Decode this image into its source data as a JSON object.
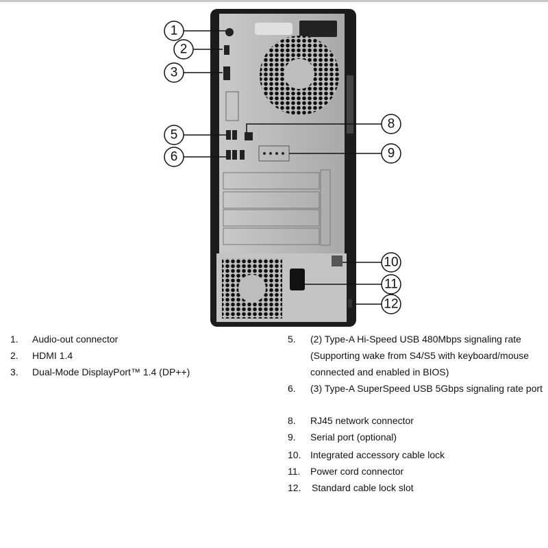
{
  "callouts": [
    "1",
    "2",
    "3",
    "5",
    "6",
    "8",
    "9",
    "10",
    "11",
    "12"
  ],
  "legend_left": [
    {
      "num": "1.",
      "text": "Audio-out connector"
    },
    {
      "num": "2.",
      "text": "HDMI 1.4"
    },
    {
      "num": "3.",
      "text": "Dual-Mode DisplayPort™ 1.4 (DP++)"
    }
  ],
  "legend_right": [
    {
      "num": "5.",
      "text": "(2) Type-A Hi-Speed USB 480Mbps signaling rate",
      "cont1": "(Supporting wake from S4/S5 with keyboard/mouse",
      "cont2": "connected and enabled in BIOS)"
    },
    {
      "num": "6.",
      "text": "(3) Type-A SuperSpeed USB 5Gbps signaling rate port"
    },
    {
      "num": "8.",
      "text": "RJ45 network connector"
    },
    {
      "num": "9.",
      "text": "Serial port (optional)"
    },
    {
      "num": "10.",
      "text": "Integrated accessory cable lock"
    },
    {
      "num": "11.",
      "text": "Power cord connector"
    },
    {
      "num": "12.",
      "text": "Standard cable lock slot"
    }
  ],
  "colors": {
    "case": "#1c1c1c",
    "panel": "#b9b9b9",
    "text": "#111111"
  }
}
